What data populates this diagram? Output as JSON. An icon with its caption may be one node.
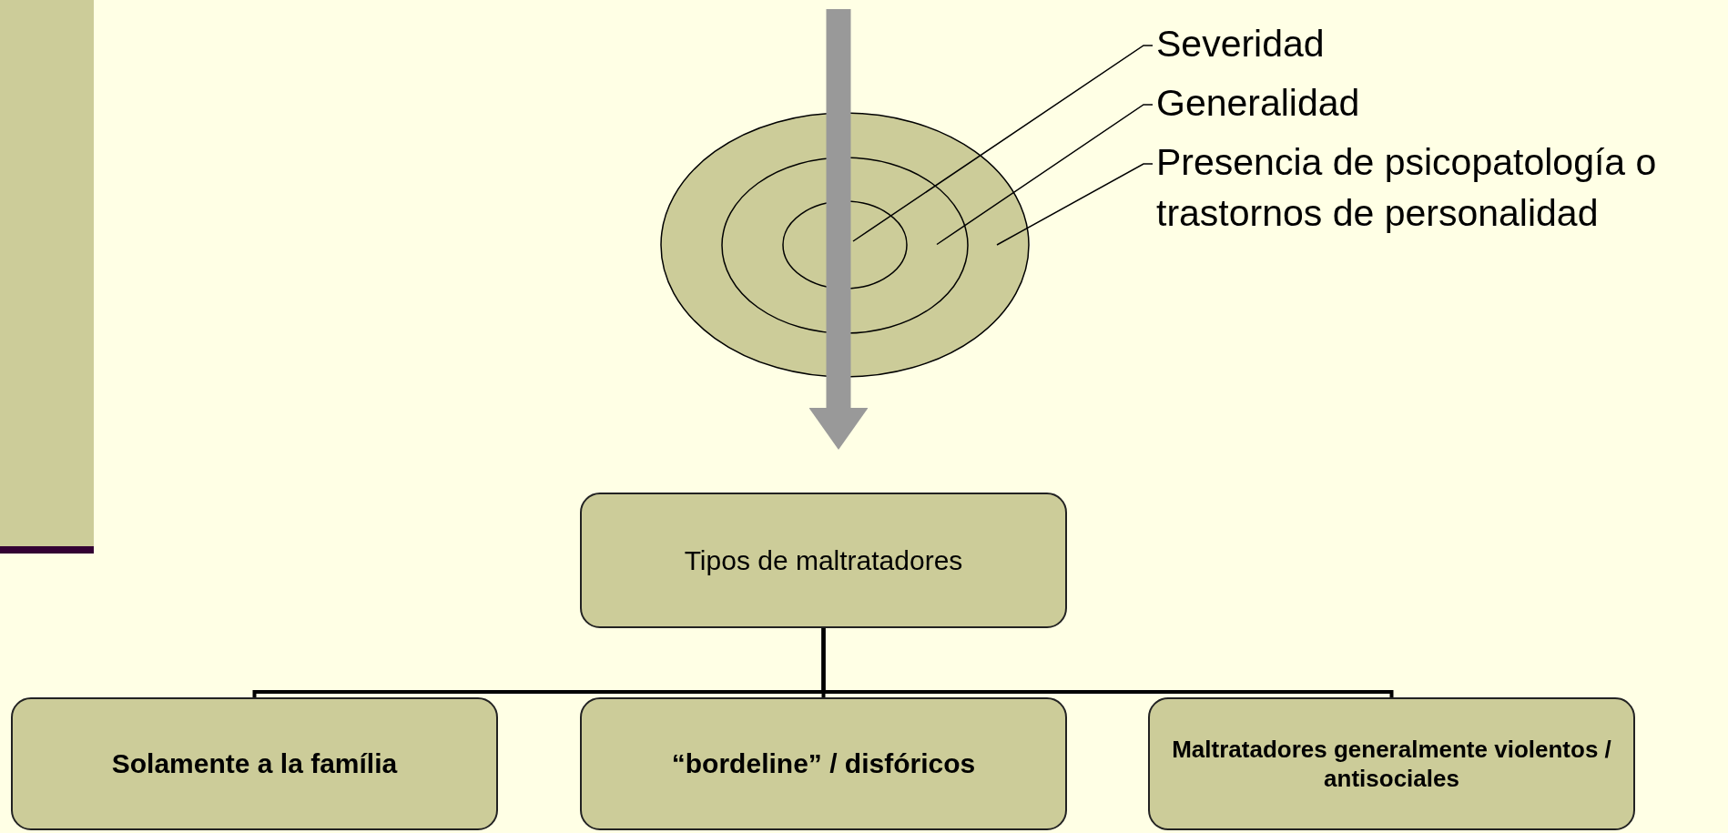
{
  "diagram": {
    "nodes": [
      {
        "text": [
          "Severidad"
        ]
      },
      {
        "text": [
          "Generalidad"
        ]
      },
      {
        "text": [
          "Presencia de psicopatología o trastornos de personalidad"
        ]
      },
      {
        "text": [],
        "shape": "circle"
      },
      {
        "text": [],
        "shape": "circle",
        "in": 3
      },
      {
        "text": [],
        "shape": "circle",
        "in": 4
      },
      {
        "text": [
          "Tipos de maltratadores"
        ]
      },
      {
        "text": [
          "Solamente a la família"
        ]
      },
      {
        "text": [
          "“bordeline” / disfóricos"
        ]
      },
      {
        "text": [
          "Maltratadores generalmente violentos / antisociales"
        ]
      }
    ],
    "edges": [
      {
        "from": 0,
        "to": 5,
        "arrow": "none"
      },
      {
        "from": 1,
        "to": 4,
        "arrow": "none"
      },
      {
        "from": 2,
        "to": 3,
        "arrow": "none"
      },
      {
        "from": null,
        "to": 6,
        "arrow": "to",
        "style": "thick",
        "color": "#999999"
      },
      {
        "from": 6,
        "to": 7,
        "arrow": "none"
      },
      {
        "from": 6,
        "to": 8,
        "arrow": "none"
      },
      {
        "from": 6,
        "to": 9,
        "arrow": "none"
      }
    ]
  }
}
